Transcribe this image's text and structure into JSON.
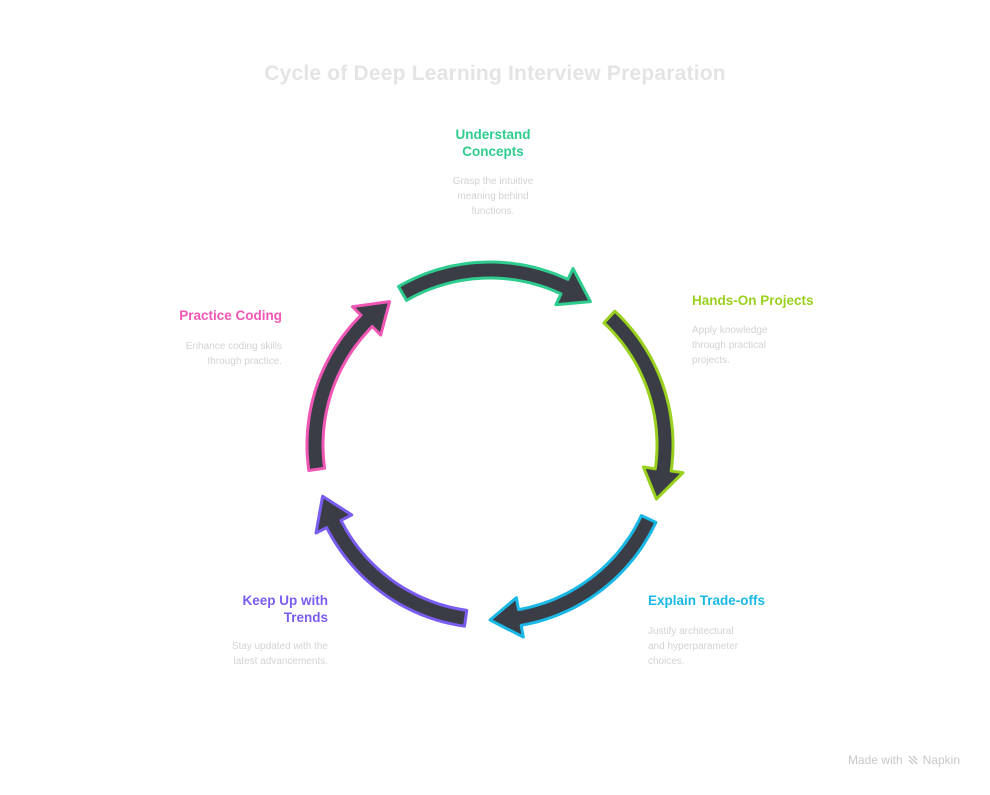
{
  "title": "Cycle of Deep Learning Interview Preparation",
  "colors": {
    "arrow_fill": "#3a3d45",
    "understand": "#2ecc8f",
    "hands_on": "#9ad01e",
    "explain": "#1ab8e6",
    "trends": "#7b5cf0",
    "practice": "#f056b4"
  },
  "steps": [
    {
      "id": "understand",
      "label": "Understand Concepts",
      "label_lines": [
        "Understand",
        "Concepts"
      ],
      "description_lines": [
        "Grasp the intuitive",
        "meaning behind",
        "functions."
      ]
    },
    {
      "id": "hands_on",
      "label": "Hands-On Projects",
      "label_lines": [
        "Hands-On Projects"
      ],
      "description_lines": [
        "Apply knowledge",
        "through practical",
        "projects."
      ]
    },
    {
      "id": "explain",
      "label": "Explain Trade-offs",
      "label_lines": [
        "Explain Trade-offs"
      ],
      "description_lines": [
        "Justify architectural",
        "and hyperparameter",
        "choices."
      ]
    },
    {
      "id": "trends",
      "label": "Keep Up with Trends",
      "label_lines": [
        "Keep Up with",
        "Trends"
      ],
      "description_lines": [
        "Stay updated with the",
        "latest advancements."
      ]
    },
    {
      "id": "practice",
      "label": "Practice Coding",
      "label_lines": [
        "Practice Coding"
      ],
      "description_lines": [
        "Enhance coding skills",
        "through practice."
      ]
    }
  ],
  "footer": {
    "text": "Made with",
    "brand": "Napkin",
    "logo_icon": "napkin-logo-icon"
  }
}
